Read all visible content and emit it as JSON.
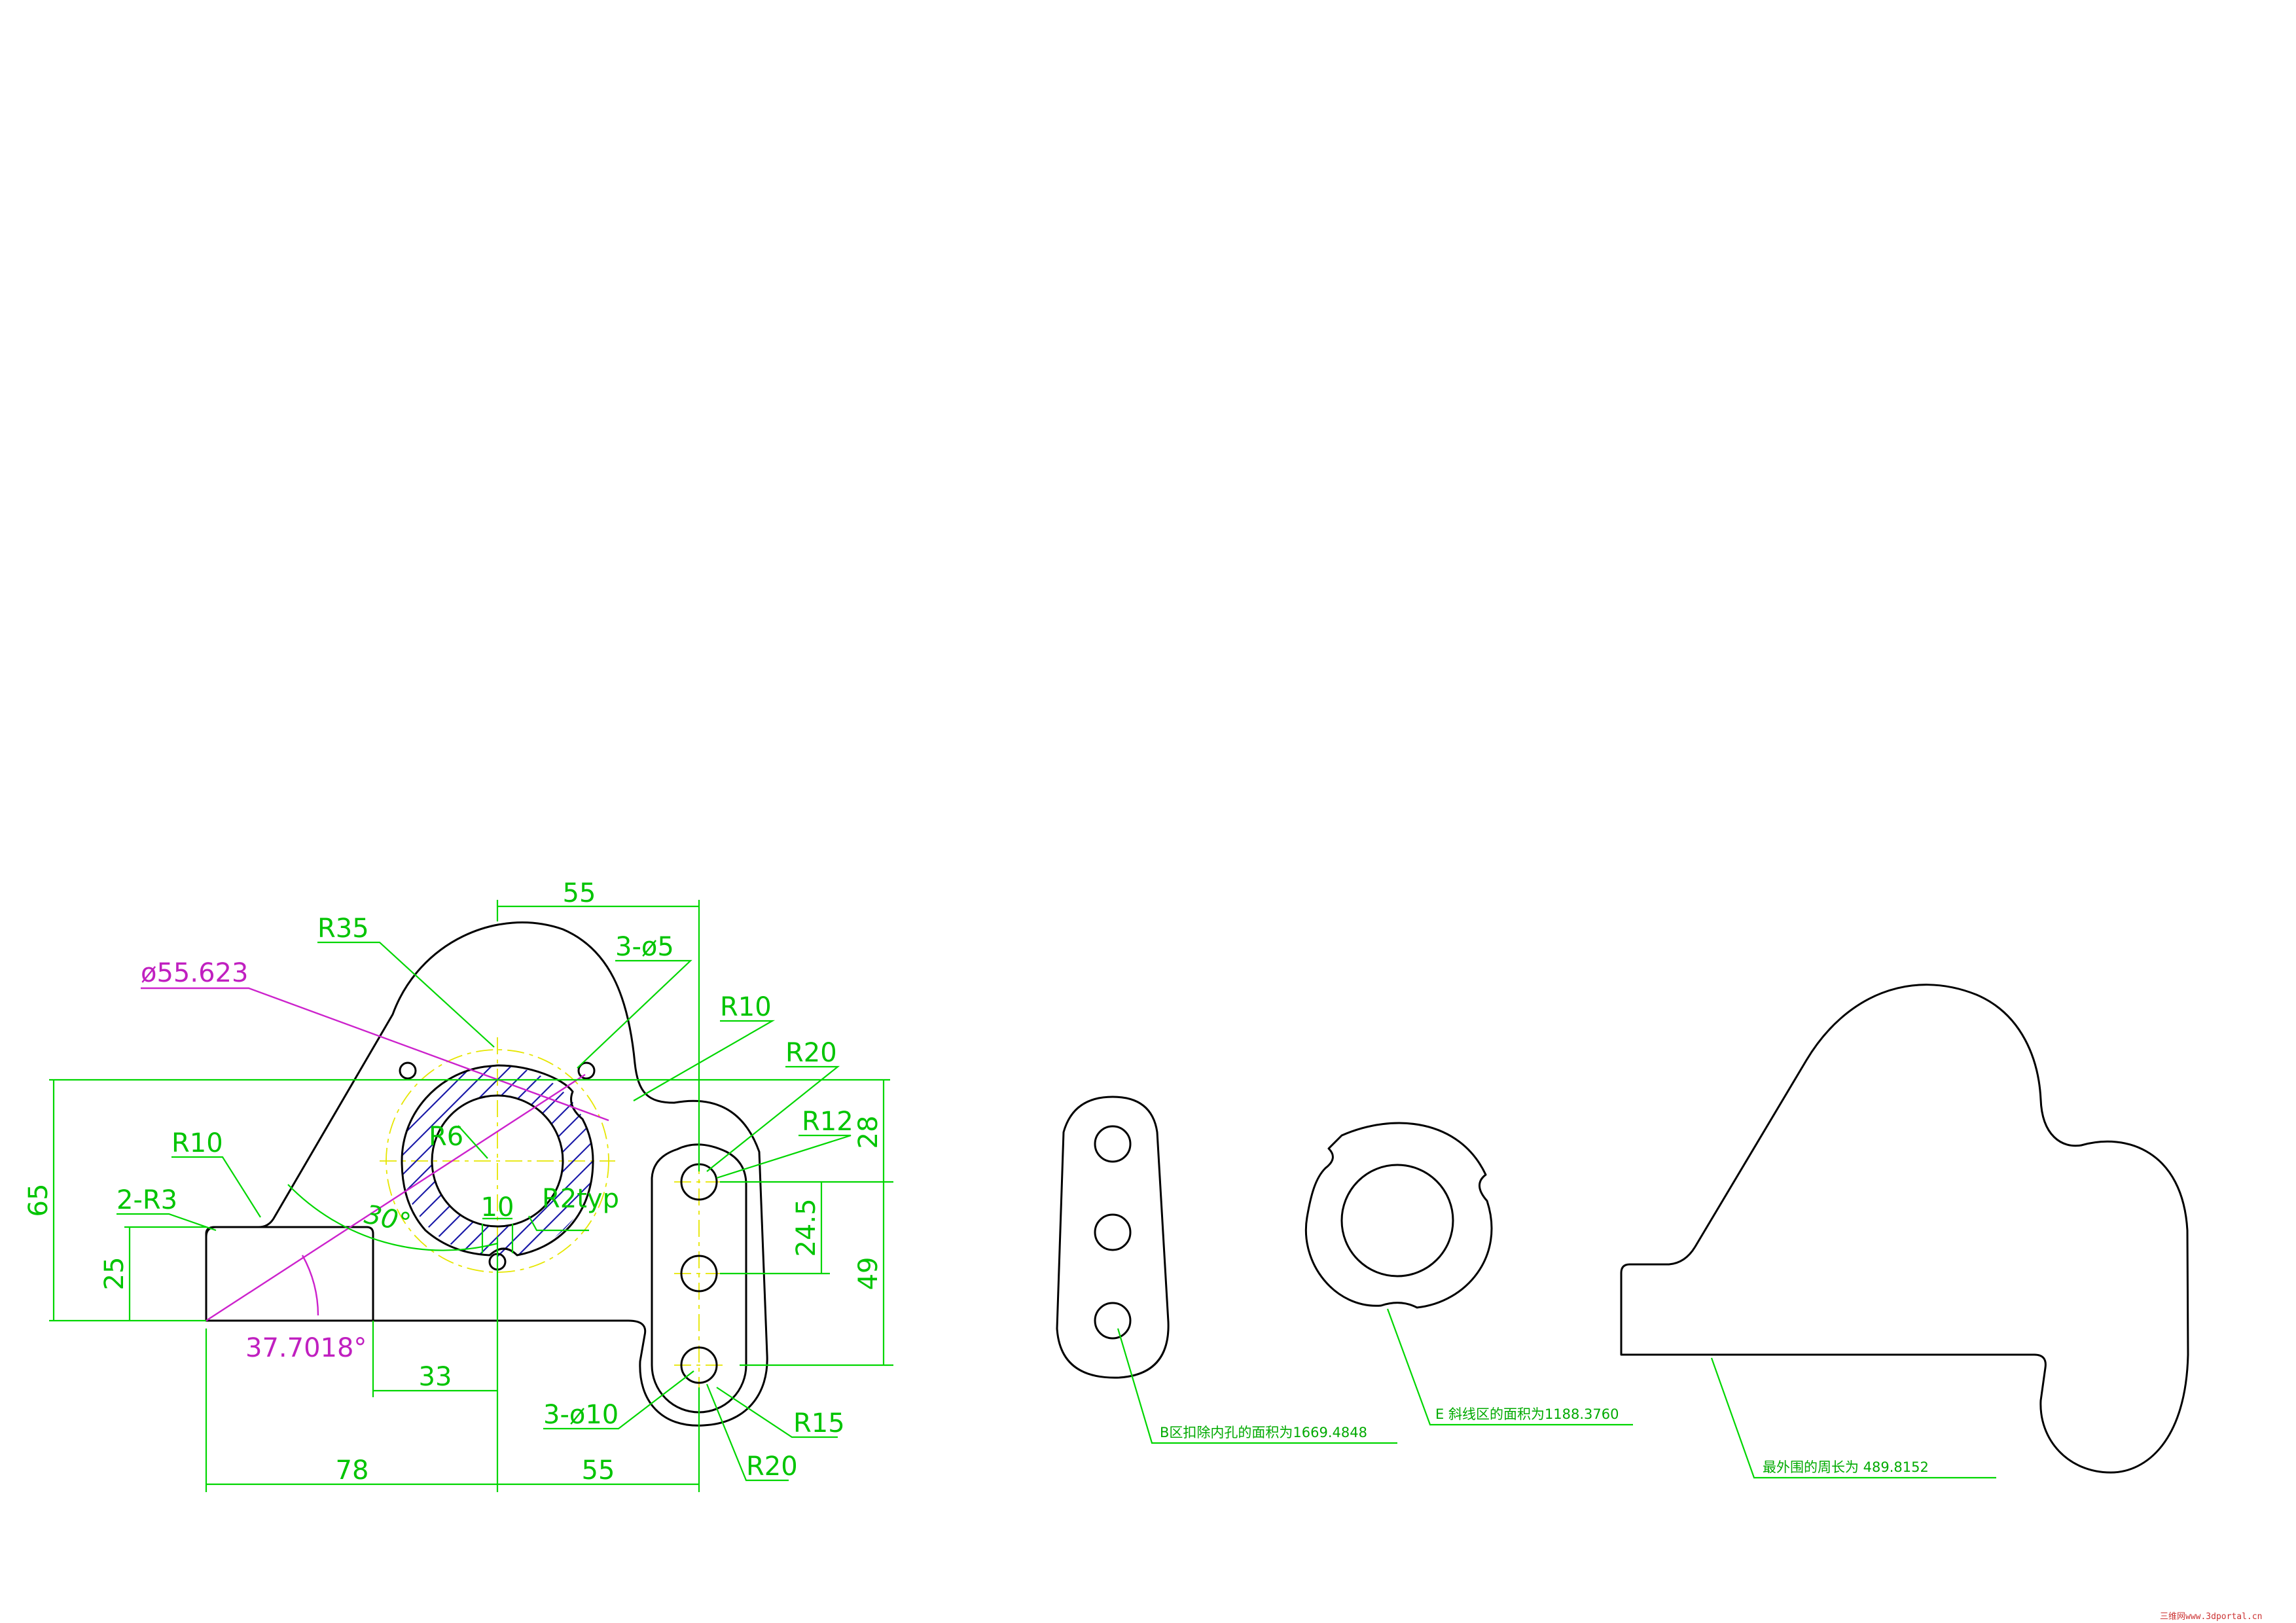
{
  "drawing": {
    "dimensions": {
      "top_55": "55",
      "r35": "R35",
      "three_phi5": "3-ø5",
      "phi55": "ø55.623",
      "r10_top": "R10",
      "r20_top": "R20",
      "r12": "R12",
      "d28": "28",
      "d65": "65",
      "r10_left": "R10",
      "two_r3": "2-R3",
      "r6": "R6",
      "angle30": "30°",
      "d10": "10",
      "r2typ": "R2typ",
      "d24_5": "24.5",
      "d49": "49",
      "d25": "25",
      "angle37": "37.7018°",
      "d33": "33",
      "three_phi10": "3-ø10",
      "r15": "R15",
      "r20_bottom": "R20",
      "d78": "78",
      "bottom_55": "55"
    },
    "notes": {
      "b_area": "B区扣除内孔的面积为1669.4848",
      "e_area": "E 斜线区的面积为1188.3760",
      "perimeter": "最外围的周长为 489.8152"
    },
    "watermark": "三维网www.3dportal.cn",
    "colors": {
      "outline": "#000000",
      "dimension": "#00c400",
      "centerline": "#e6e600",
      "measurement": "#c020c0",
      "hatch": "#1a1aa8"
    }
  }
}
